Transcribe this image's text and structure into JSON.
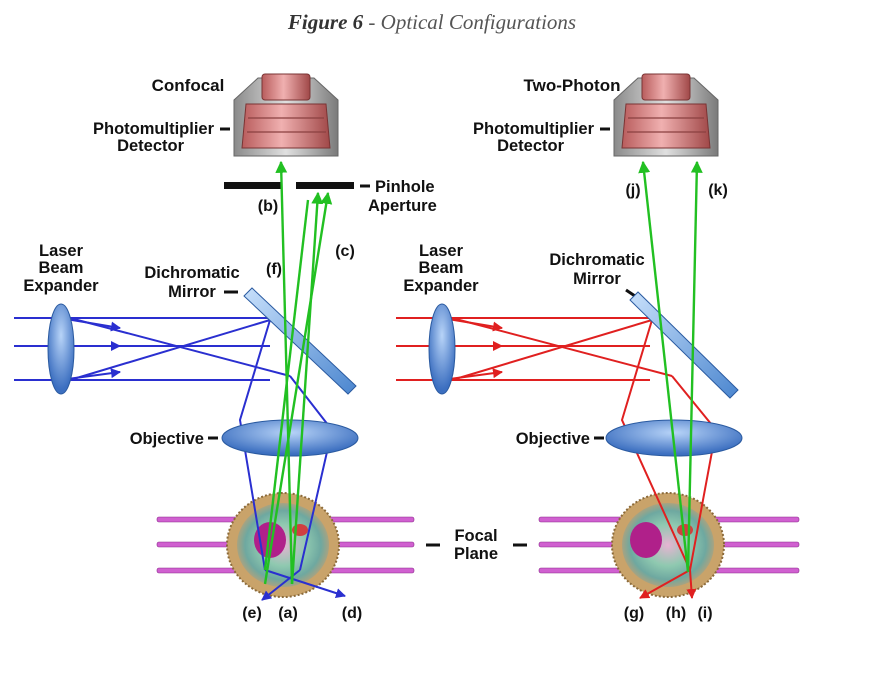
{
  "figure_title": {
    "number": "Figure 6",
    "separator": " - ",
    "caption": "Optical Configurations"
  },
  "left_panel": {
    "heading": "Confocal",
    "detector_line1": "Photomultiplier",
    "detector_line2": "Detector",
    "pinhole_line1": "Pinhole",
    "pinhole_line2": "Aperture",
    "expander_line1": "Laser",
    "expander_line2": "Beam",
    "expander_line3": "Expander",
    "mirror_line1": "Dichromatic",
    "mirror_line2": "Mirror",
    "objective": "Objective",
    "labels": {
      "a": "(a)",
      "b": "(b)",
      "c": "(c)",
      "d": "(d)",
      "e": "(e)",
      "f": "(f)"
    }
  },
  "right_panel": {
    "heading": "Two-Photon",
    "detector_line1": "Photomultiplier",
    "detector_line2": "Detector",
    "expander_line1": "Laser",
    "expander_line2": "Beam",
    "expander_line3": "Expander",
    "mirror_line1": "Dichromatic",
    "mirror_line2": "Mirror",
    "objective": "Objective",
    "labels": {
      "g": "(g)",
      "h": "(h)",
      "i": "(i)",
      "j": "(j)",
      "k": "(k)"
    }
  },
  "focal_plane_line1": "Focal",
  "focal_plane_line2": "Plane",
  "colors": {
    "excitation_confocal": "#2a2fd0",
    "excitation_two_photon": "#e02020",
    "emission": "#22c022",
    "detector": "#d98a8a",
    "lens": "#5a8fd8",
    "mirror": "#7fb0e8",
    "focal_line": "#d060d0"
  }
}
